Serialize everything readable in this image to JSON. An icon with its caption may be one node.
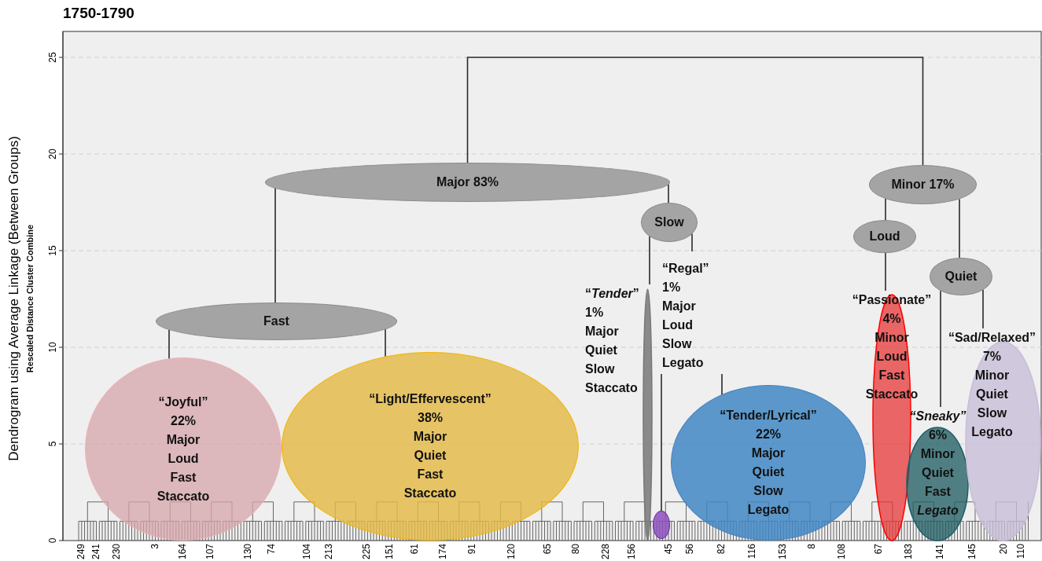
{
  "diagram": {
    "title": "1750-1790",
    "nodes": [
      {
        "text": [
          "Major 83%"
        ]
      },
      {
        "text": [
          "Minor 17%"
        ]
      },
      {
        "text": [
          "Fast"
        ]
      },
      {
        "text": [
          "Slow"
        ]
      },
      {
        "text": [
          "Loud"
        ]
      },
      {
        "text": [
          "Quiet"
        ]
      },
      {
        "text": [
          "“Joyful”",
          "22%",
          "Major",
          "Loud",
          "Fast",
          "Staccato"
        ]
      },
      {
        "text": [
          "“Light/Effervescent”",
          "38%",
          "Major",
          "Quiet",
          "Fast",
          "Staccato"
        ]
      },
      {
        "text": [
          "“*Tender*”",
          "1%",
          "Major",
          "Quiet",
          "Slow",
          "Staccato"
        ]
      },
      {
        "text": [],
        "shape": "circle"
      },
      {
        "text": [
          "“Regal”",
          "1%",
          "Major",
          "Loud",
          "Slow",
          "Legato"
        ]
      },
      {
        "text": [
          "“Tender/Lyrical”",
          "22%",
          "Major",
          "Quiet",
          "Slow",
          "Legato"
        ]
      },
      {
        "text": [
          "“Passionate”",
          "4%",
          "Minor",
          "Loud",
          "Fast",
          "Staccato"
        ]
      },
      {
        "text": [
          "*“Sneaky”*",
          "6%",
          "Minor",
          "Quiet",
          "Fast",
          "*Legato*"
        ]
      },
      {
        "text": [
          "“Sad/Relaxed”",
          "7%",
          "Minor",
          "Quiet",
          "Slow",
          "Legato"
        ]
      }
    ],
    "edges": [
      {
        "from": 0,
        "to": 1,
        "arrow": "none"
      },
      {
        "from": 0,
        "to": 2,
        "arrow": "none"
      },
      {
        "from": 0,
        "to": 3,
        "arrow": "none"
      },
      {
        "from": 2,
        "to": 6,
        "arrow": "none"
      },
      {
        "from": 2,
        "to": 7,
        "arrow": "none"
      },
      {
        "from": 3,
        "to": 8,
        "arrow": "none"
      },
      {
        "from": 3,
        "to": 10,
        "arrow": "none"
      },
      {
        "from": 10,
        "to": 9,
        "arrow": "none"
      },
      {
        "from": 10,
        "to": 11,
        "arrow": "none"
      },
      {
        "from": 1,
        "to": 4,
        "arrow": "none"
      },
      {
        "from": 1,
        "to": 5,
        "arrow": "none"
      },
      {
        "from": 4,
        "to": 12,
        "arrow": "none"
      },
      {
        "from": 5,
        "to": 13,
        "arrow": "none"
      },
      {
        "from": 5,
        "to": 14,
        "arrow": "none"
      }
    ],
    "labels": [
      "Dendrogram using Average Linkage (Between Groups)",
      "Rescaled Distance Cluster Combine",
      "25",
      "20",
      "15",
      "10",
      "5",
      "0",
      "249",
      "241",
      "230",
      "3",
      "164",
      "107",
      "130",
      "74",
      "104",
      "213",
      "225",
      "151",
      "61",
      "174",
      "91",
      "120",
      "65",
      "80",
      "228",
      "156",
      "45",
      "56",
      "82",
      "116",
      "153",
      "8",
      "108",
      "67",
      "183",
      "141",
      "145",
      "20",
      "110"
    ]
  }
}
